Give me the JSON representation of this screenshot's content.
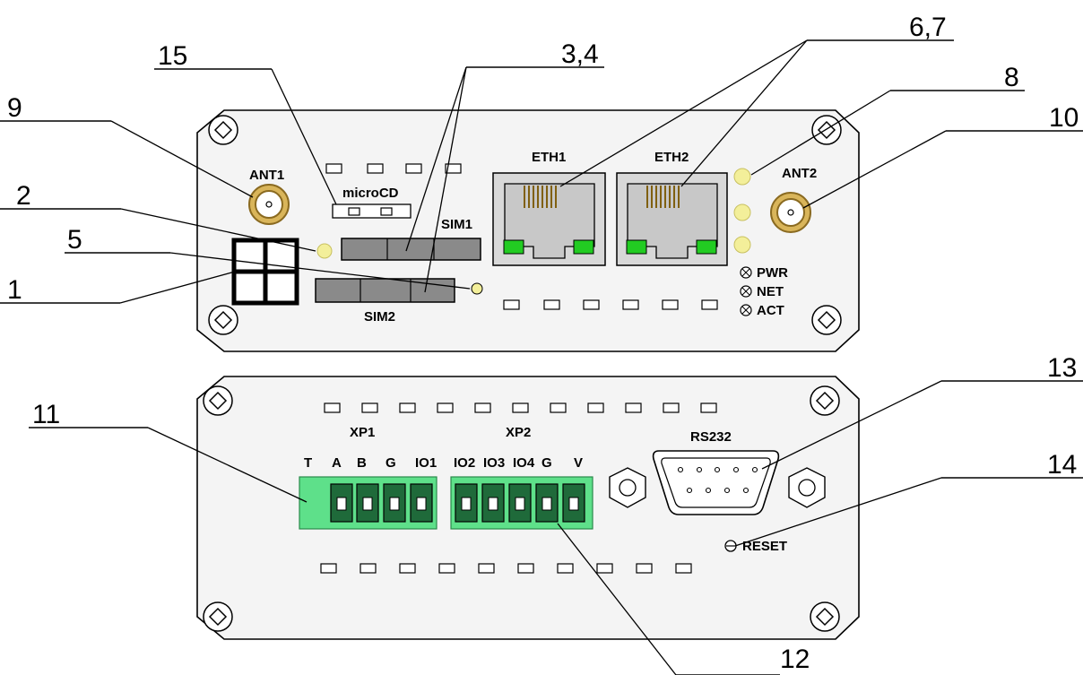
{
  "callouts": {
    "c1": "1",
    "c2": "2",
    "c34": "3,4",
    "c5": "5",
    "c67": "6,7",
    "c8": "8",
    "c9": "9",
    "c10": "10",
    "c11": "11",
    "c12": "12",
    "c13": "13",
    "c14": "14",
    "c15": "15"
  },
  "front_panel": {
    "ant1": "ANT1",
    "ant2": "ANT2",
    "microsd": "microCD",
    "sim1": "SIM1",
    "sim2": "SIM2",
    "eth1": "ETH1",
    "eth2": "ETH2",
    "leds": [
      "PWR",
      "NET",
      "ACT"
    ]
  },
  "rear_panel": {
    "xp1": "XP1",
    "xp2": "XP2",
    "rs232": "RS232",
    "reset": "RESET",
    "xp1_pins": [
      "T",
      "A",
      "B",
      "G",
      "IO1"
    ],
    "xp2_pins": [
      "IO2",
      "IO3",
      "IO4",
      "G",
      "V"
    ]
  },
  "colors": {
    "panel": "#f4f4f4",
    "connector_green": "#5ee08a",
    "led_yellow": "#f3ef9a",
    "sim_gray": "#8a8a8a",
    "antenna_gold": "#d9b55a",
    "eth_led_green": "#22cc22"
  }
}
